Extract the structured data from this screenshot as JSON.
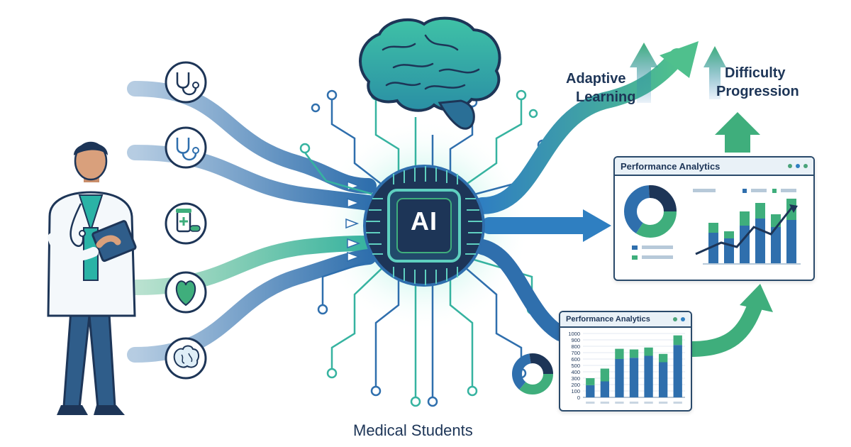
{
  "labels": {
    "adaptive_line1": "Adaptive",
    "adaptive_line2": "Learning",
    "difficulty_line1": "Difficulty",
    "difficulty_line2": "Progression",
    "ai": "AI",
    "caption": "Medical Students"
  },
  "panels": {
    "top_title": "Performance Analytics",
    "bottom_title": "Performance Analytics"
  },
  "chart_data": {
    "type": "bar",
    "categories": [
      "",
      "",
      "",
      "",
      "",
      "",
      ""
    ],
    "series": [
      {
        "values": [
          190,
          250,
          600,
          620,
          650,
          550,
          820
        ]
      },
      {
        "values": [
          110,
          200,
          160,
          130,
          130,
          130,
          150
        ]
      }
    ],
    "yticks": [
      0,
      100,
      200,
      300,
      400,
      500,
      600,
      700,
      800,
      900,
      1000
    ],
    "ylim": [
      0,
      1000
    ],
    "stacked": true
  },
  "icons": [
    "stethoscope-icon",
    "stethoscope-icon",
    "medicine-icon",
    "heart-icon",
    "brain-icon"
  ],
  "colors": {
    "navy": "#1d3557",
    "blue": "#2f6fad",
    "green": "#3fae7c",
    "teal": "#2ab3a6"
  }
}
